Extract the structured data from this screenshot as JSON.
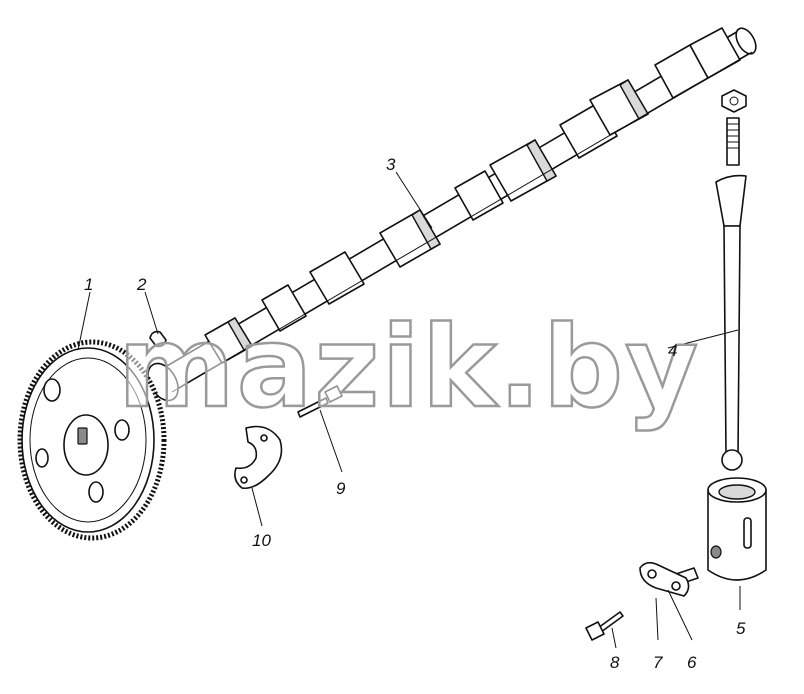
{
  "diagram": {
    "callouts": [
      {
        "id": "1",
        "label": "1"
      },
      {
        "id": "2",
        "label": "2"
      },
      {
        "id": "3",
        "label": "3"
      },
      {
        "id": "4",
        "label": "4"
      },
      {
        "id": "5",
        "label": "5"
      },
      {
        "id": "6",
        "label": "6"
      },
      {
        "id": "7",
        "label": "7"
      },
      {
        "id": "8",
        "label": "8"
      },
      {
        "id": "9",
        "label": "9"
      },
      {
        "id": "10",
        "label": "10"
      }
    ],
    "watermark": "mazik.by",
    "colors": {
      "line": "#111111",
      "background": "#ffffff",
      "watermark_stroke": "#9a9a9a"
    }
  }
}
